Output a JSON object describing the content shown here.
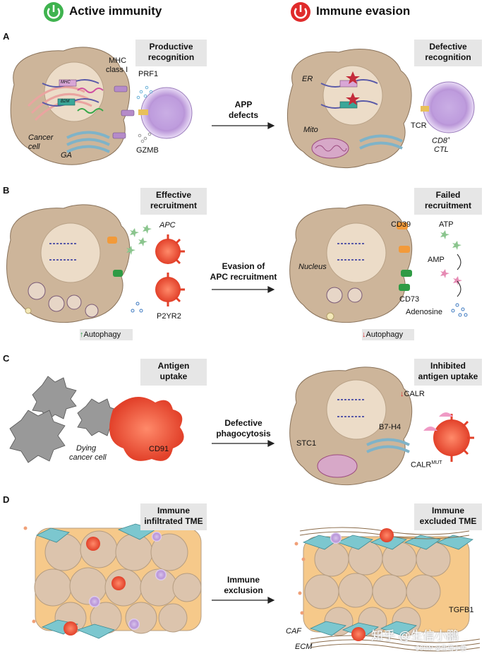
{
  "header": {
    "left": "Active immunity",
    "right": "Immune evasion",
    "left_color": "#3fb34f",
    "right_color": "#e02b2b"
  },
  "panels": {
    "A": {
      "letter": "A",
      "left_box": [
        "Productive",
        "recognition"
      ],
      "right_box": [
        "Defective",
        "recognition"
      ],
      "arrow": [
        "APP",
        "defects"
      ],
      "labels": {
        "mhc": "MHC",
        "class1": "class I",
        "prf1": "PRF1",
        "gzmb": "GZMB",
        "cancer": "Cancer",
        "cell": "cell",
        "ga": "GA",
        "er": "ER",
        "mito": "Mito",
        "tcr": "TCR",
        "cd8": "CD8",
        "cd8_sup": "+",
        "ctl": "CTL",
        "gene1": "MHC",
        "gene2": "B2M"
      }
    },
    "B": {
      "letter": "B",
      "left_box": [
        "Effective",
        "recruitment"
      ],
      "right_box": [
        "Failed",
        "recruitment"
      ],
      "arrow": [
        "Evasion of",
        "APC recruitment"
      ],
      "labels": {
        "apc": "APC",
        "p2yr2": "P2YR2",
        "autophagy_up": "Autophagy",
        "autophagy_down": "Autophagy",
        "cd39": "CD39",
        "atp": "ATP",
        "amp": "AMP",
        "nucleus": "Nucleus",
        "cd73": "CD73",
        "adenosine": "Adenosine"
      }
    },
    "C": {
      "letter": "C",
      "left_box": [
        "Antigen",
        "uptake"
      ],
      "right_box": [
        "Inhibited",
        "antigen uptake"
      ],
      "arrow": [
        "Defective",
        "phagocytosis"
      ],
      "labels": {
        "dying1": "Dying",
        "dying2": "cancer cell",
        "cd91": "CD91",
        "calr": "CALR",
        "b7h4": "B7-H4",
        "stc1": "STC1",
        "calrmut": "CALR",
        "calrmut_sup": "MUT"
      }
    },
    "D": {
      "letter": "D",
      "left_box": [
        "Immune",
        "infiltrated TME"
      ],
      "right_box": [
        "Immune",
        "excluded TME"
      ],
      "arrow": [
        "Immune",
        "exclusion"
      ],
      "labels": {
        "tgfb1": "TGFB1",
        "caf": "CAF",
        "ecm": "ECM"
      }
    }
  },
  "watermark": {
    "main": "知乎 @生信小鹏",
    "small": "CSDN @生信小鹏"
  }
}
